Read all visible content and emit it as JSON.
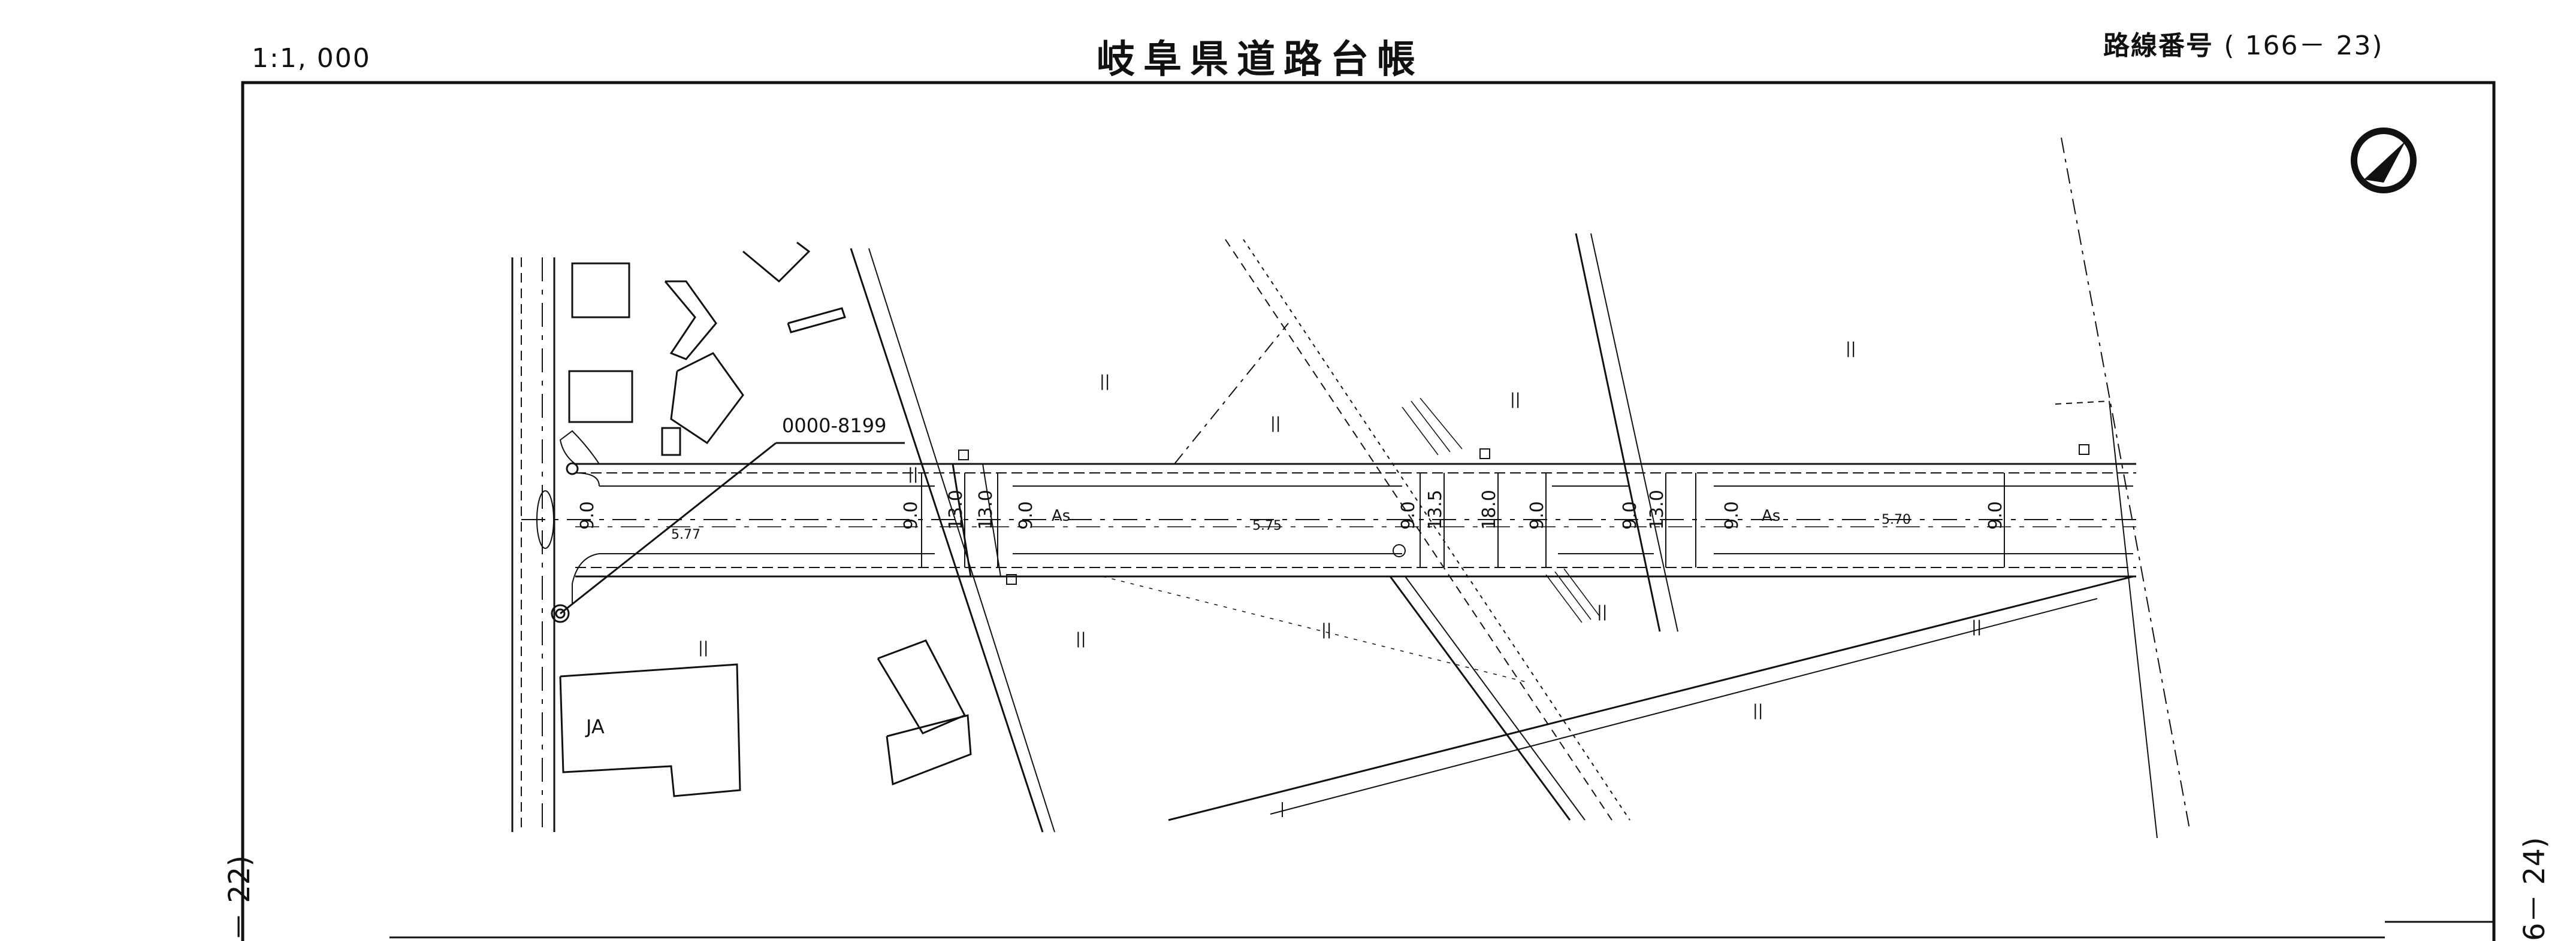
{
  "header": {
    "scale": "1:1, 000",
    "title": "岐阜県道路台帳",
    "route_label": "路線番号",
    "route_number": "( 166－  23)"
  },
  "side": {
    "left_ref": "－ 22)",
    "right_ref": "6－ 24)"
  },
  "map": {
    "reference_code": "0000-8199",
    "facility_label": "JA",
    "surface_labels": [
      "As",
      "As"
    ],
    "dimension_labels": [
      "9.0",
      "9.0",
      "13.0",
      "13.0",
      "9.0",
      "9.0",
      "13.5",
      "18.0",
      "9.0",
      "9.0",
      "13.0",
      "9.0",
      "9.0"
    ],
    "level_labels": [
      "5.77",
      "5.75",
      "5.70"
    ],
    "land_symbols": [
      "||",
      "||",
      "||",
      "||",
      "||",
      "||",
      "||",
      "||",
      "||",
      "||",
      "||"
    ]
  },
  "colors": {
    "ink": "#111111",
    "paper": "#ffffff"
  },
  "icons": {
    "north_arrow": "north-arrow-icon"
  }
}
